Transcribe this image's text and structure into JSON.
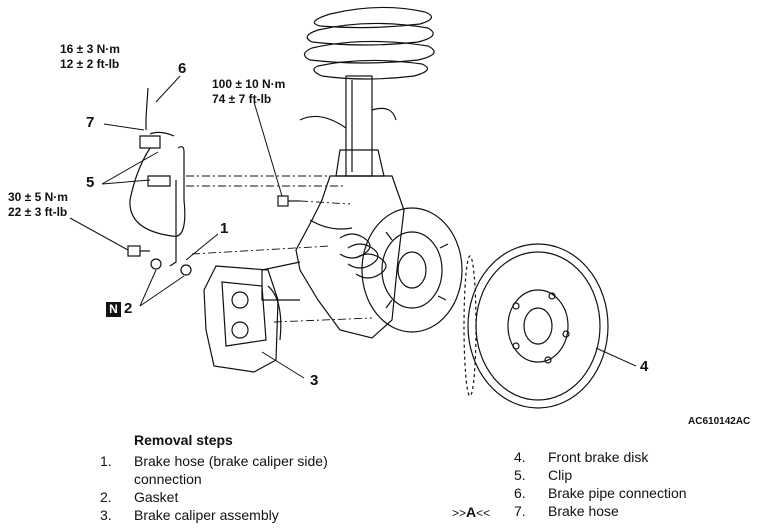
{
  "torque": {
    "t6": [
      "16 ± 3 N·m",
      "12 ± 2 ft-lb"
    ],
    "t100": [
      "100 ± 10 N·m",
      "74 ± 7 ft-lb"
    ],
    "t30": [
      "30 ± 5 N·m",
      "22 ± 3 ft-lb"
    ]
  },
  "callouts": {
    "c1": "1",
    "c2": "2",
    "c3": "3",
    "c4": "4",
    "c5": "5",
    "c6": "6",
    "c7": "7",
    "n_badge": "N"
  },
  "figure_code": "AC610142AC",
  "removal": {
    "title": "Removal steps",
    "left": [
      {
        "num": "1.",
        "text": "Brake hose (brake caliper side)"
      },
      {
        "num": "",
        "text": "connection"
      },
      {
        "num": "2.",
        "text": "Gasket"
      },
      {
        "num": "3.",
        "text": "Brake caliper assembly"
      }
    ],
    "right": [
      {
        "num": "4.",
        "text": "Front brake disk"
      },
      {
        "num": "5.",
        "text": "Clip"
      },
      {
        "num": "6.",
        "text": "Brake pipe connection"
      },
      {
        "num": "7.",
        "text": "Brake hose"
      }
    ],
    "marker": {
      "prefix": ">>",
      "letter": "A",
      "suffix": "<<"
    }
  }
}
